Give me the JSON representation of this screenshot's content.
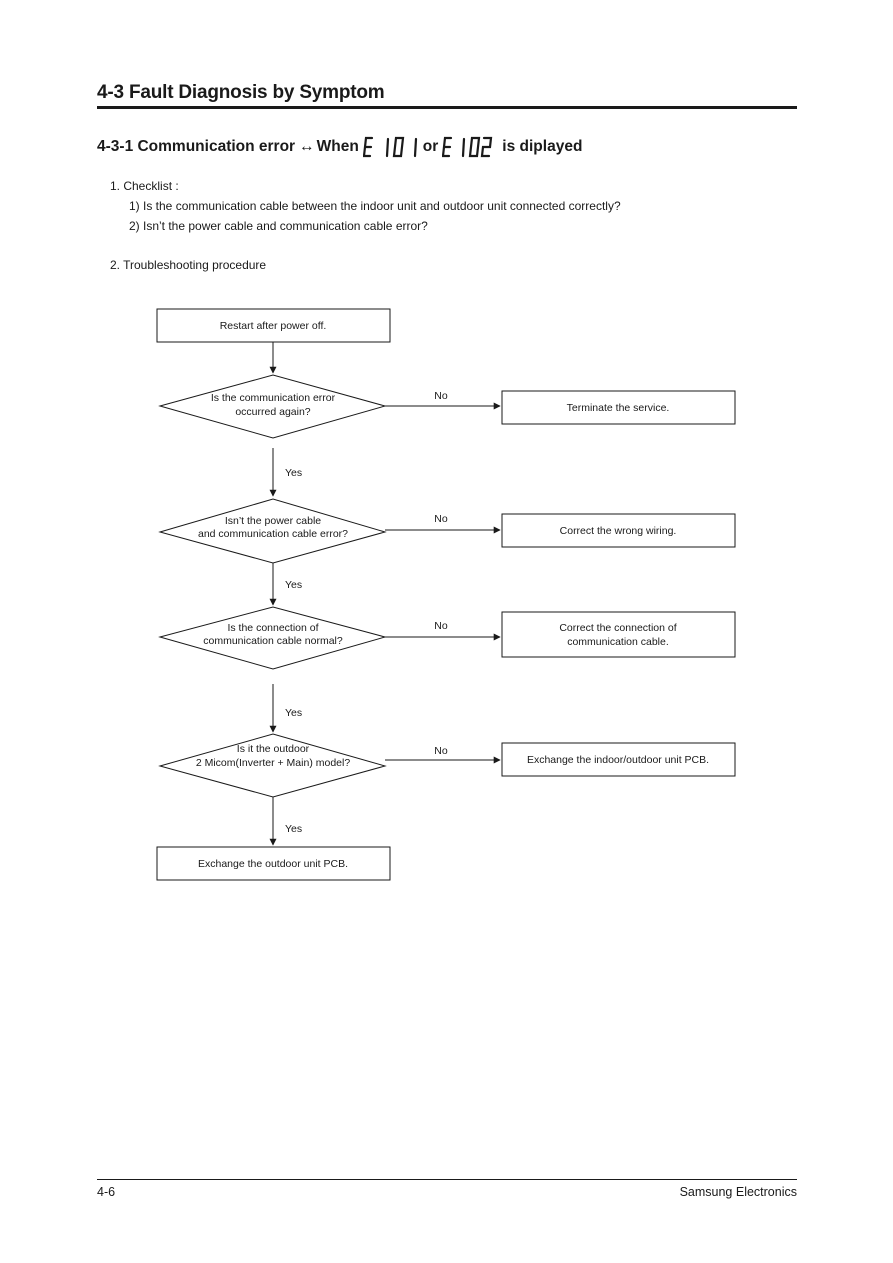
{
  "section": {
    "title": "4-3 Fault Diagnosis by Symptom"
  },
  "subsection": {
    "prefix": "4-3-1 Communication error",
    "arrow": "↔",
    "when": "When",
    "code1": "E 101",
    "or": "or",
    "code2": "E 102",
    "suffix": "is diplayed"
  },
  "checklist": {
    "label": "1.  Checklist :",
    "items": [
      "1) Is the communication cable between the indoor unit and outdoor unit connected correctly?",
      "2) Isn’t the power cable and communication cable error?"
    ]
  },
  "procedure": {
    "label": "2.  Troubleshooting procedure"
  },
  "flowchart": {
    "start": "Restart after power off.",
    "decisions": [
      {
        "lines": [
          "Is the communication error",
          "occurred again?"
        ],
        "yes": "Yes",
        "no": "No",
        "no_action": [
          "Terminate the service."
        ]
      },
      {
        "lines": [
          "Isn’t the power cable",
          "and communication cable error?"
        ],
        "yes": "Yes",
        "no": "No",
        "no_action": [
          "Correct the wrong wiring."
        ]
      },
      {
        "lines": [
          "Is the connection of",
          "communication cable normal?"
        ],
        "yes": "Yes",
        "no": "No",
        "no_action": [
          "Correct the connection of",
          "communication cable."
        ]
      },
      {
        "lines": [
          "Is it the outdoor",
          "2 Micom(Inverter + Main) model?"
        ],
        "yes": "Yes",
        "no": "No",
        "no_action": [
          "Exchange the indoor/outdoor unit PCB."
        ]
      }
    ],
    "end": "Exchange the outdoor unit PCB."
  },
  "footer": {
    "page": "4-6",
    "brand": "Samsung Electronics"
  }
}
